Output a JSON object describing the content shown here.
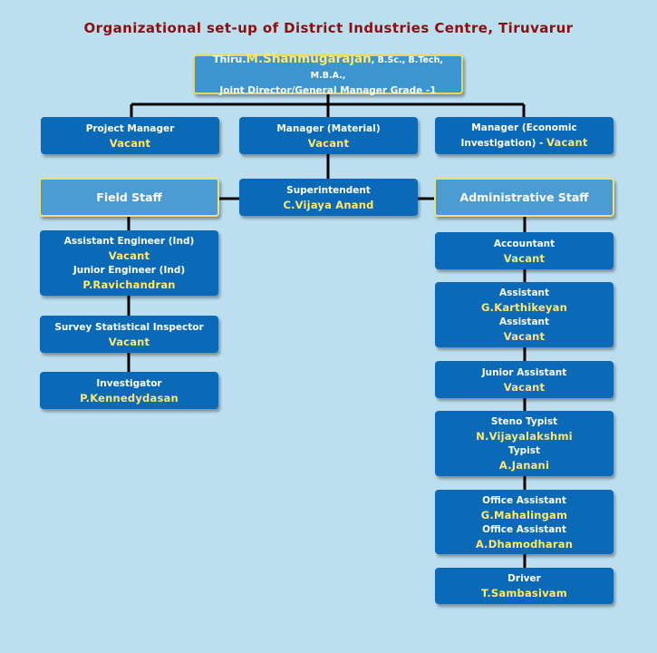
{
  "title": "Organizational set-up of District Industries Centre, Tiruvarur",
  "head": {
    "prefix": "Thiru.",
    "name": "M.Shanmugarajan",
    "qualifications": ", B.Sc., B.Tech, M.B.A.,",
    "designation": "Joint Director/General Manager Grade -1"
  },
  "managers": [
    {
      "role": "Project Manager",
      "name": "Vacant"
    },
    {
      "role": "Manager (Material)",
      "name": "Vacant"
    },
    {
      "role_line1": "Manager  (Economic",
      "role_line2": "Investigation) -",
      "name": "Vacant"
    }
  ],
  "superintendent": {
    "role": "Superintendent",
    "name": "C.Vijaya Anand"
  },
  "field_staff": {
    "header": "Field Staff",
    "items": [
      {
        "role": "Assistant Engineer (Ind)",
        "name": "Vacant",
        "role2": "Junior Engineer (Ind)",
        "name2": "P.Ravichandran"
      },
      {
        "role": "Survey Statistical Inspector",
        "name": "Vacant"
      },
      {
        "role": "Investigator",
        "name": "P.Kennedydasan"
      }
    ]
  },
  "admin_staff": {
    "header": "Administrative Staff",
    "items": [
      {
        "role": "Accountant",
        "name": "Vacant"
      },
      {
        "role": "Assistant",
        "name": "G.Karthikeyan",
        "role2": "Assistant",
        "name2": "Vacant"
      },
      {
        "role": "Junior Assistant",
        "name": "Vacant"
      },
      {
        "role": "Steno Typist",
        "name": "N.Vijayalakshmi",
        "role2": "Typist",
        "name2": "A.Janani"
      },
      {
        "role": "Office Assistant",
        "name": "G.Mahalingam",
        "role2": "Office Assistant",
        "name2": "A.Dhamodharan"
      },
      {
        "role": "Driver",
        "name": "T.Sambasivam"
      }
    ]
  },
  "colors": {
    "background": "#bcdff0",
    "box": "#0a6ab8",
    "header_box": "#4b9cd2",
    "name_text": "#ffe86a",
    "title_text": "#8b0f0f"
  }
}
